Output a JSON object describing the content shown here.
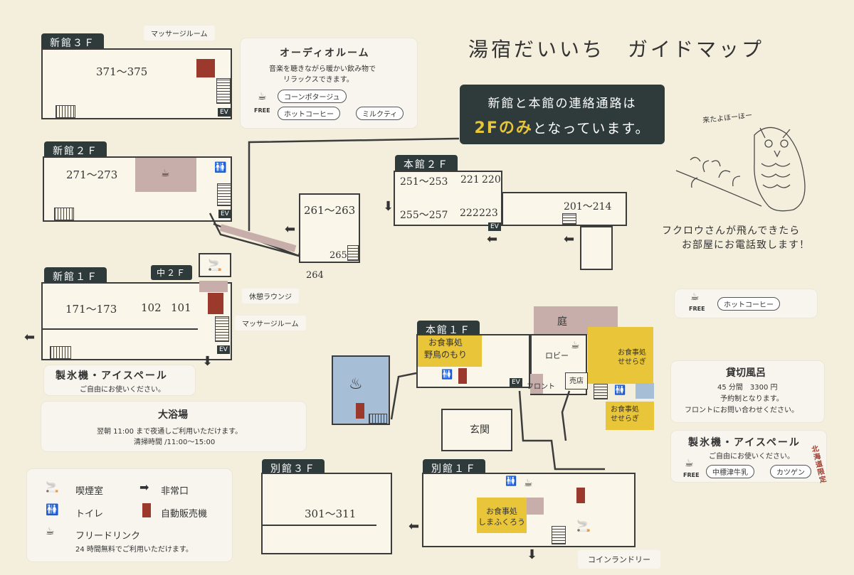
{
  "title": "湯宿だいいち　ガイドマップ",
  "notice": {
    "line1": "新館と本館の連絡通路は",
    "line2_highlight": "2Fのみ",
    "line2_rest": "となっています。"
  },
  "owl": {
    "speech": "来たよほーほー",
    "caption_line1": "フクロウさんが飛んできたら",
    "caption_line2": "お部屋にお電話致します！"
  },
  "buildings": {
    "shinkan_3f": {
      "tag": "新館３Ｆ",
      "rooms": "371～375",
      "massage": "マッサージルーム",
      "ev": "EV"
    },
    "shinkan_2f": {
      "tag": "新館２Ｆ",
      "rooms": "271～273",
      "ev": "EV"
    },
    "shinkan_1f": {
      "tag": "新館１Ｆ",
      "rooms_a": "171～173",
      "rooms_b": "102",
      "rooms_c": "101",
      "ev": "EV"
    },
    "chu_2f": {
      "tag": "中２Ｆ",
      "lounge": "休憩ラウンジ",
      "massage": "マッサージルーム"
    },
    "honkan_2f": {
      "tag": "本館２Ｆ",
      "rooms_a": "251～253",
      "rooms_b": "221",
      "rooms_c": "220",
      "rooms_d": "255～257",
      "rooms_e": "222",
      "rooms_f": "223",
      "rooms_g": "201～214",
      "ev": "EV"
    },
    "connector": {
      "rooms_a": "261～263",
      "rooms_b": "265",
      "rooms_c": "264"
    },
    "honkan_1f": {
      "tag": "本館１Ｆ",
      "dining": "お食事処\n野鳥のもり",
      "garden": "庭",
      "lobby": "ロビー",
      "front": "フロント",
      "shop": "売店",
      "entrance": "玄関",
      "dining_b": "お食事処\nせせらぎ",
      "dining_c": "お食事処\nせせらぎ",
      "ev": "EV"
    },
    "bekkan_3f": {
      "tag": "別館３Ｆ",
      "rooms": "301～311"
    },
    "bekkan_1f": {
      "tag": "別館１Ｆ",
      "dining": "お食事処\nしまふくろう"
    }
  },
  "audio_room": {
    "title": "オーディオルーム",
    "desc_line1": "音楽を聴きながら暖かい飲み物で",
    "desc_line2": "リラックスできます。",
    "free": "FREE",
    "drinks": [
      "コーンポタージュ",
      "ホットコーヒー",
      "ミルクティ"
    ]
  },
  "ice_left": {
    "title": "製氷機・アイスペール",
    "desc": "ご自由にお使いください。"
  },
  "daiyokujo": {
    "title": "大浴場",
    "line1": "翌朝 11:00 まで夜通しご利用いただけます。",
    "line2": "清掃時間 /11:00～15:00"
  },
  "lobby_coffee": {
    "free": "FREE",
    "drink": "ホットコーヒー"
  },
  "kashikiri": {
    "title": "貸切風呂",
    "line1": "45 分間　3300 円",
    "line2": "予約制となります。",
    "line3": "フロントにお問い合わせください。"
  },
  "ice_right": {
    "title": "製氷機・アイスペール",
    "desc": "ご自由にお使いください。",
    "free": "FREE",
    "drinks": [
      "中標津牛乳",
      "カツゲン"
    ],
    "stamp": "北海道限定"
  },
  "laundry": "コインランドリー",
  "legend": {
    "smoking": "喫煙室",
    "exit": "非常口",
    "toilet": "トイレ",
    "vending": "自動販売機",
    "drink": "フリードリンク",
    "drink_note": "24 時間無料でご利用いただけます。"
  },
  "colors": {
    "bg": "#f4efdc",
    "tag": "#2f3b3b",
    "yellow": "#e9c53a",
    "mauve": "#c7aeaa",
    "bath": "#a6bed6",
    "vending": "#9b3a2c"
  }
}
